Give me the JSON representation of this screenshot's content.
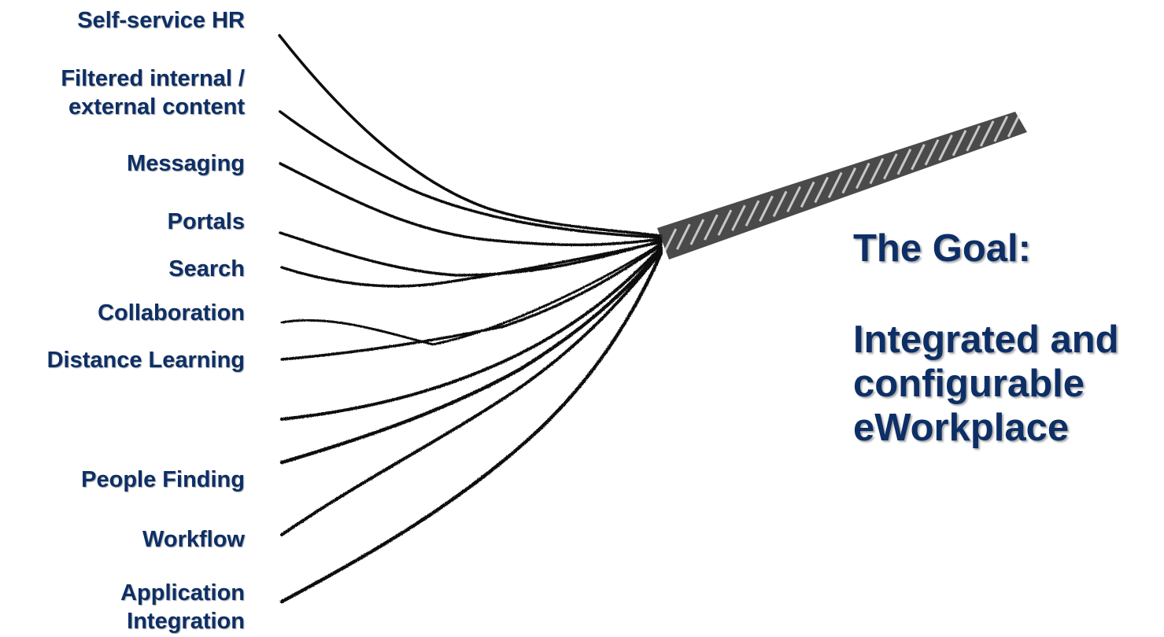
{
  "labels": {
    "self_service_hr": "Self-service HR",
    "filtered_content": "Filtered internal /\nexternal content",
    "messaging": "Messaging",
    "portals": "Portals",
    "search": "Search",
    "collaboration": "Collaboration",
    "distance_learning": "Distance Learning",
    "people_finding": "People Finding",
    "workflow": "Workflow",
    "application_integration": "Application\nIntegration"
  },
  "goal": {
    "heading": "The Goal:",
    "body": "Integrated and\nconfigurable\neWorkplace"
  },
  "colors": {
    "text": "#0d2f66",
    "strand": "#111111"
  },
  "illustration": "rope-unraveling-into-strands"
}
